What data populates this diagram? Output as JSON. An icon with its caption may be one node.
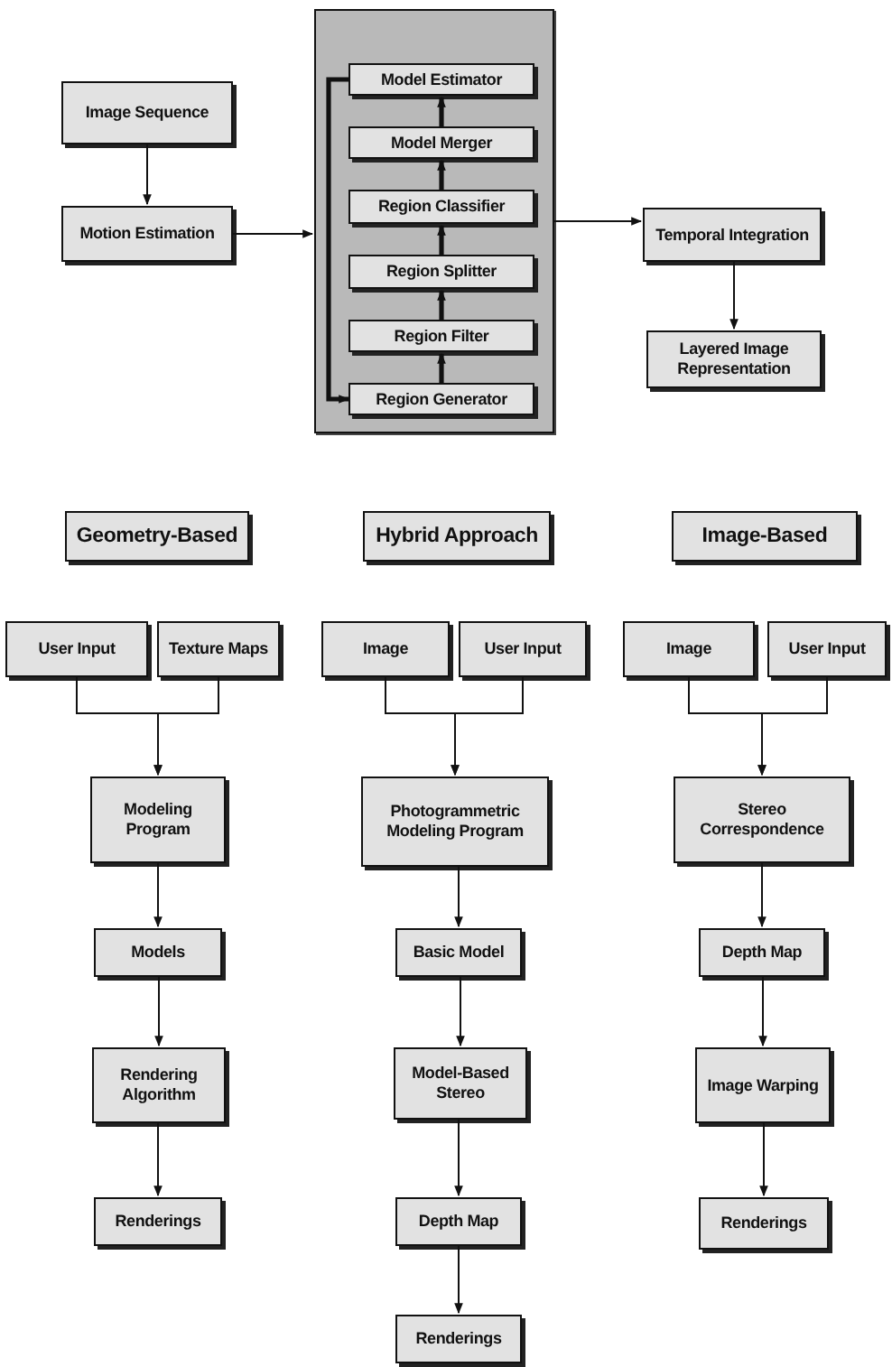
{
  "diagram": {
    "nodes": [
      {
        "text": [
          "Image Sequence"
        ]
      },
      {
        "text": [
          "Motion Estimation"
        ]
      },
      {
        "text": [],
        "shape": "box"
      },
      {
        "text": [
          "Model Estimator"
        ],
        "in": 2
      },
      {
        "text": [
          "Model Merger"
        ],
        "in": 2
      },
      {
        "text": [
          "Region Classifier"
        ],
        "in": 2
      },
      {
        "text": [
          "Region Splitter"
        ],
        "in": 2
      },
      {
        "text": [
          "Region Filter"
        ],
        "in": 2
      },
      {
        "text": [
          "Region Generator"
        ],
        "in": 2
      },
      {
        "text": [
          "Temporal Integration"
        ]
      },
      {
        "text": [
          "Layered Image Representation"
        ]
      },
      {
        "text": [
          "Geometry-Based"
        ]
      },
      {
        "text": [
          "Hybrid Approach"
        ]
      },
      {
        "text": [
          "Image-Based"
        ]
      },
      {
        "text": [
          "User Input"
        ]
      },
      {
        "text": [
          "Texture Maps"
        ]
      },
      {
        "text": [
          "Modeling Program"
        ]
      },
      {
        "text": [
          "Models"
        ]
      },
      {
        "text": [
          "Rendering Algorithm"
        ]
      },
      {
        "text": [
          "Renderings"
        ]
      },
      {
        "text": [
          "Image"
        ]
      },
      {
        "text": [
          "User Input"
        ]
      },
      {
        "text": [
          "Photogrammetric Modeling Program"
        ]
      },
      {
        "text": [
          "Basic Model"
        ]
      },
      {
        "text": [
          "Model-Based Stereo"
        ]
      },
      {
        "text": [
          "Depth Map"
        ]
      },
      {
        "text": [
          "Renderings"
        ]
      },
      {
        "text": [
          "Image"
        ]
      },
      {
        "text": [
          "User Input"
        ]
      },
      {
        "text": [
          "Stereo Correspondence"
        ]
      },
      {
        "text": [
          "Depth Map"
        ]
      },
      {
        "text": [
          "Image Warping"
        ]
      },
      {
        "text": [
          "Renderings"
        ]
      }
    ],
    "edges": [
      {
        "from": 0,
        "to": 1,
        "arrow": "to"
      },
      {
        "from": 1,
        "to": 2,
        "arrow": "to"
      },
      {
        "from": 8,
        "to": 7,
        "arrow": "to",
        "style": "thick"
      },
      {
        "from": 7,
        "to": 6,
        "arrow": "to",
        "style": "thick"
      },
      {
        "from": 6,
        "to": 5,
        "arrow": "to",
        "style": "thick"
      },
      {
        "from": 5,
        "to": 4,
        "arrow": "to",
        "style": "thick"
      },
      {
        "from": 4,
        "to": 3,
        "arrow": "to",
        "style": "thick"
      },
      {
        "from": 3,
        "to": 8,
        "arrow": "to",
        "style": "thick"
      },
      {
        "from": 2,
        "to": 9,
        "arrow": "to"
      },
      {
        "from": 9,
        "to": 10,
        "arrow": "to"
      },
      {
        "from": 14,
        "to": 16,
        "arrow": "to"
      },
      {
        "from": 15,
        "to": 16,
        "arrow": "to"
      },
      {
        "from": 16,
        "to": 17,
        "arrow": "to"
      },
      {
        "from": 17,
        "to": 18,
        "arrow": "to"
      },
      {
        "from": 18,
        "to": 19,
        "arrow": "to"
      },
      {
        "from": 20,
        "to": 22,
        "arrow": "to"
      },
      {
        "from": 21,
        "to": 22,
        "arrow": "to"
      },
      {
        "from": 22,
        "to": 23,
        "arrow": "to"
      },
      {
        "from": 23,
        "to": 24,
        "arrow": "to"
      },
      {
        "from": 24,
        "to": 25,
        "arrow": "to"
      },
      {
        "from": 25,
        "to": 26,
        "arrow": "to"
      },
      {
        "from": 27,
        "to": 29,
        "arrow": "to"
      },
      {
        "from": 28,
        "to": 29,
        "arrow": "to"
      },
      {
        "from": 29,
        "to": 30,
        "arrow": "to"
      },
      {
        "from": 30,
        "to": 31,
        "arrow": "to"
      },
      {
        "from": 31,
        "to": 32,
        "arrow": "to"
      }
    ]
  }
}
